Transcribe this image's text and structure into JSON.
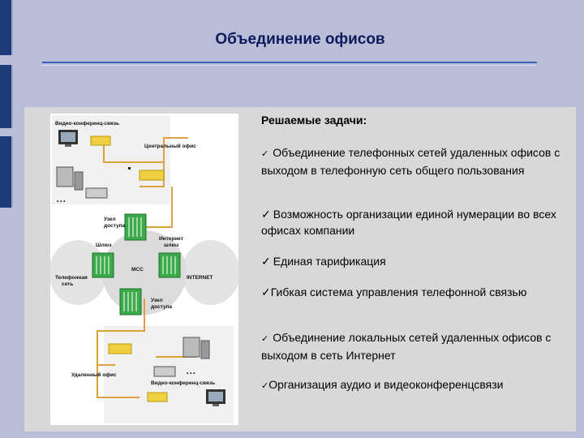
{
  "title": "Объединение офисов",
  "heading": "Решаемые задачи:",
  "tasks": [
    {
      "check": "✓",
      "text": "Объединение телефонных сетей удаленных офисов с выходом в телефонную сеть общего пользования"
    },
    {
      "check": "✓",
      "text": "Возможность организации единой нумерации во всех офисах компании"
    },
    {
      "check": "✓",
      "text": "Единая тарификация"
    },
    {
      "check": "✓",
      "text": "Гибкая система управления телефонной связью"
    },
    {
      "check": "✓",
      "text": "Объединение локальных сетей удаленных офисов с выходом в сеть Интернет"
    },
    {
      "check": "✓",
      "text": "Организация аудио и видеоконференцсвязи"
    }
  ],
  "diagram": {
    "video_conf_top": "Видео-конференц-связь",
    "central_office": "Центральный офис",
    "access_node_1a": "Узел",
    "access_node_1b": "доступа",
    "gateway": "Шлюз",
    "internet_gw_a": "Интернет",
    "internet_gw_b": "шлюз",
    "mss": "МСС",
    "phone_net_a": "Телефонная",
    "phone_net_b": "сеть",
    "internet": "INTERNET",
    "access_node_2a": "Узел",
    "access_node_2b": "доступа",
    "remote_office": "Удаленный офис",
    "video_conf_bottom": "Видео-конференц-связь"
  },
  "colors": {
    "title": "#0d1a5c",
    "accent_rule": "#3f5fb0",
    "link_line": "#e0a040",
    "equipment": "#3aaa4a"
  }
}
